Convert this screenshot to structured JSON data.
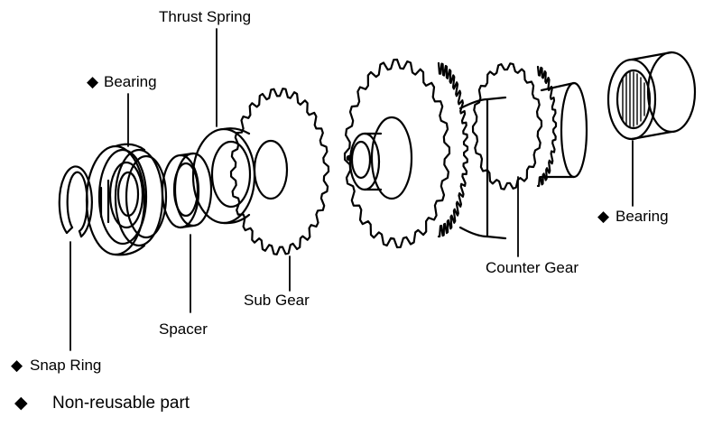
{
  "diagram": {
    "labels": {
      "thrust_spring": "Thrust Spring",
      "bearing_left": "Bearing",
      "bearing_right": "Bearing",
      "sub_gear": "Sub Gear",
      "spacer": "Spacer",
      "snap_ring": "Snap Ring",
      "counter_gear": "Counter Gear"
    },
    "legend": {
      "symbol": "◆",
      "text": "Non-reusable part"
    },
    "marker": "◆"
  }
}
